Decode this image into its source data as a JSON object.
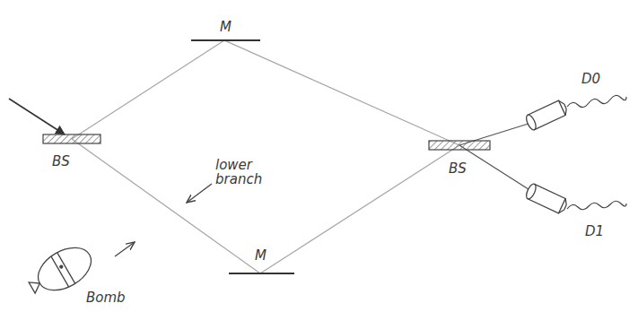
{
  "diagram": {
    "labels": [
      "M",
      "BS",
      "BS",
      "D0",
      "lower branch",
      "D1",
      "M",
      "Bomb"
    ]
  }
}
